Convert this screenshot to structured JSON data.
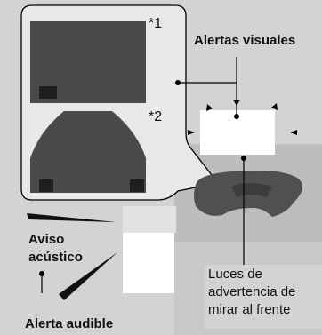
{
  "colors": {
    "background": "#d3d3d3",
    "frame_fill": "#e8e8e8",
    "screen_fill": "#4a4a4a",
    "dash_fill": "#9c9c9c",
    "white_box": "#ffffff",
    "leader": "#000000"
  },
  "callouts": {
    "footnote_1": "*1",
    "footnote_2": "*2"
  },
  "labels": {
    "visual_alerts": "Alertas visuales",
    "acoustic_warning_line1": "Aviso",
    "acoustic_warning_line2": "acústico",
    "audible_alert": "Alerta audible",
    "lights_line1": "Luces de",
    "lights_line2": "advertencia de",
    "lights_line3": "mirar al frente"
  },
  "icons": {
    "alert_arrows": "arrowhead-icon",
    "sound_wave": "sound-wave-icon"
  }
}
